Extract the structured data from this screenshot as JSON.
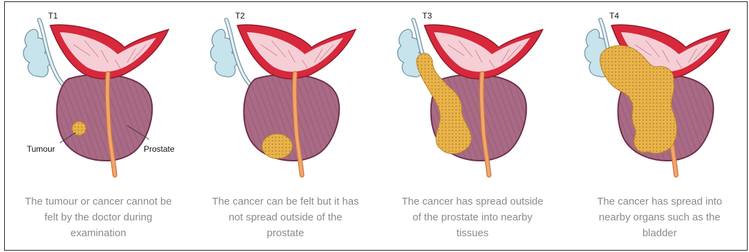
{
  "stages": [
    {
      "label": "T1",
      "caption_lines": [
        "The tumour or cancer cannot be",
        "felt by the doctor during",
        "examination"
      ]
    },
    {
      "label": "T2",
      "caption_lines": [
        "The cancer can be felt but it has",
        "not spread outside of the",
        "prostate"
      ]
    },
    {
      "label": "T3",
      "caption_lines": [
        "The cancer has spread outside",
        "of the prostate into nearby",
        "tissues"
      ]
    },
    {
      "label": "T4",
      "caption_lines": [
        "The cancer has spread into",
        "nearby organs such as the",
        "bladder"
      ]
    }
  ],
  "annotations": {
    "tumour": "Tumour",
    "prostate": "Prostate"
  },
  "colors": {
    "bladder_wall": "#d8283c",
    "bladder_inner": "#f6cfd6",
    "prostate": "#9a5a75",
    "urethra": "#f3a56b",
    "seminal_vesicle": "#c7e3ec",
    "tumour": "#e9b34a"
  }
}
